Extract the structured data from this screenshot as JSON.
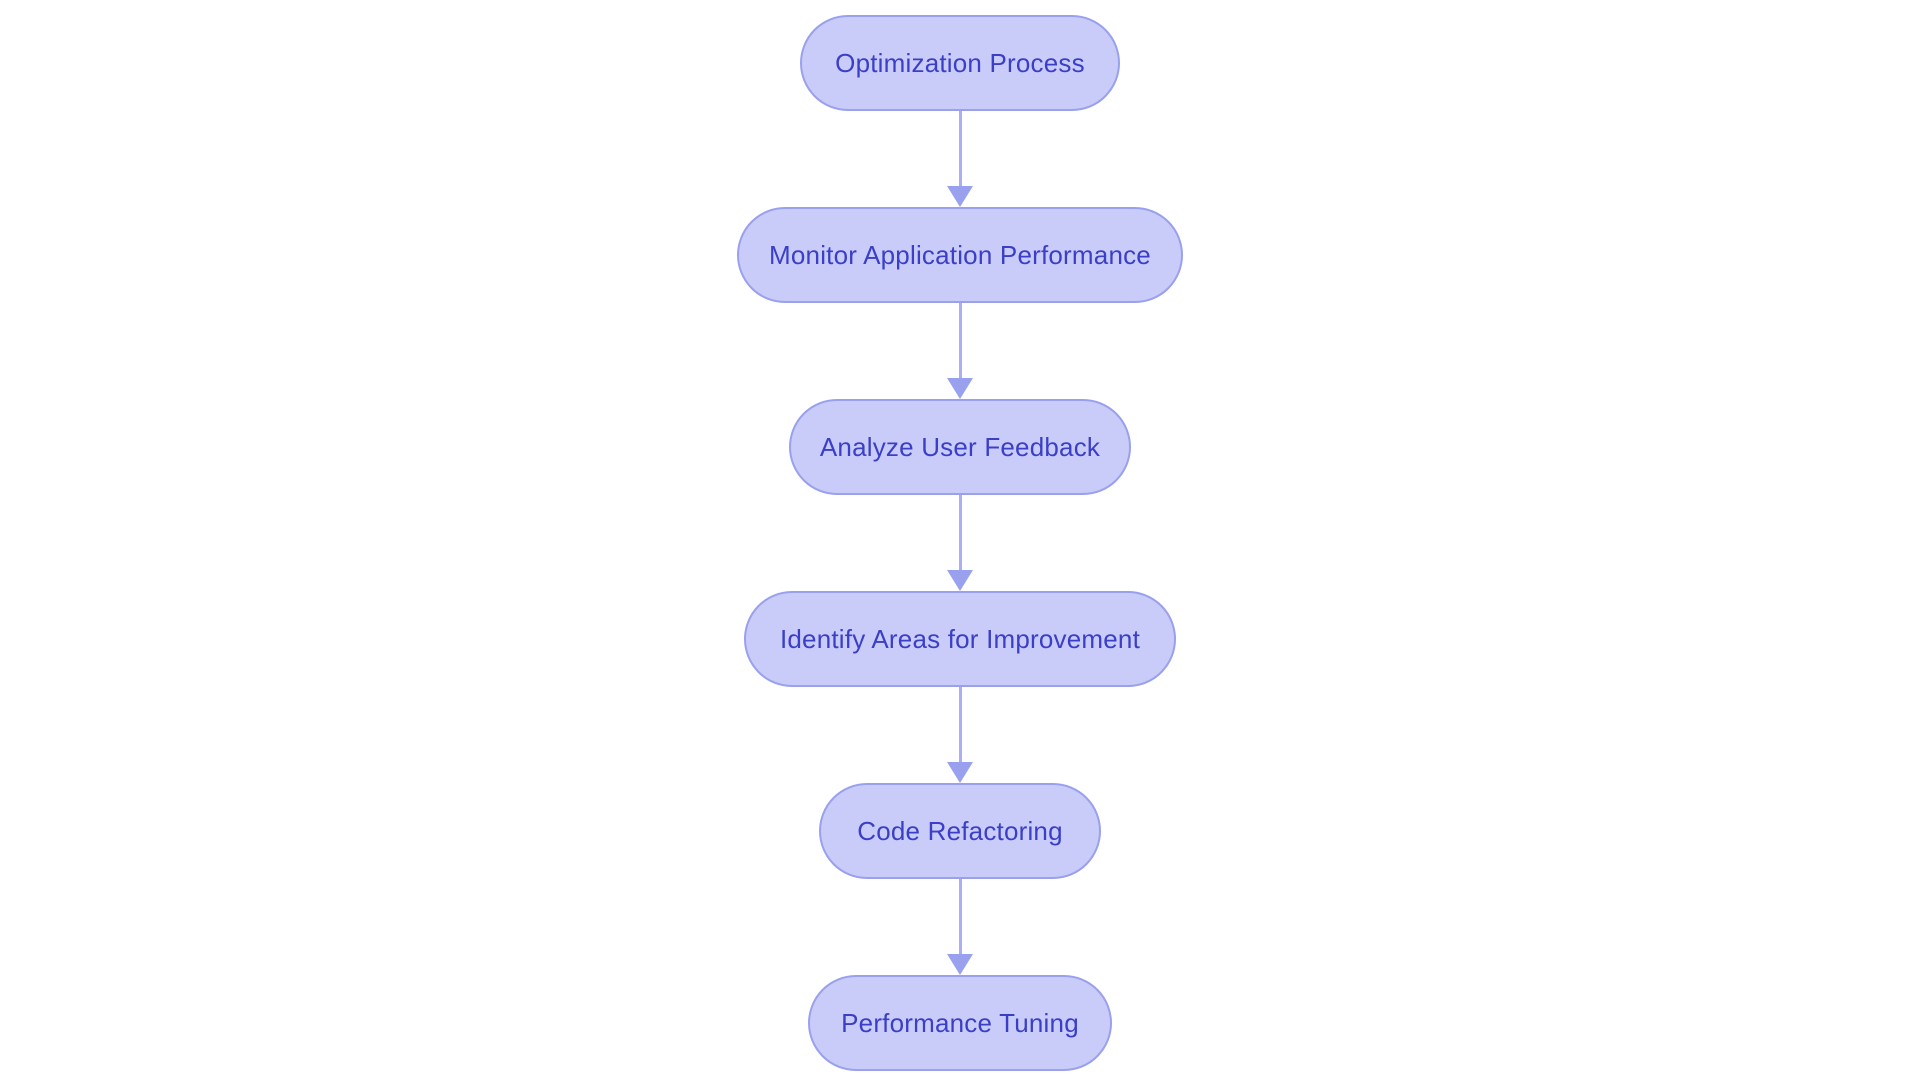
{
  "flowchart": {
    "nodes": [
      {
        "id": "optimization-process",
        "label": "Optimization Process"
      },
      {
        "id": "monitor-application-performance",
        "label": "Monitor Application Performance"
      },
      {
        "id": "analyze-user-feedback",
        "label": "Analyze User Feedback"
      },
      {
        "id": "identify-areas-for-improvement",
        "label": "Identify Areas for Improvement"
      },
      {
        "id": "code-refactoring",
        "label": "Code Refactoring"
      },
      {
        "id": "performance-tuning",
        "label": "Performance Tuning"
      }
    ],
    "edges": [
      {
        "from": "optimization-process",
        "to": "monitor-application-performance"
      },
      {
        "from": "monitor-application-performance",
        "to": "analyze-user-feedback"
      },
      {
        "from": "analyze-user-feedback",
        "to": "identify-areas-for-improvement"
      },
      {
        "from": "identify-areas-for-improvement",
        "to": "code-refactoring"
      },
      {
        "from": "code-refactoring",
        "to": "performance-tuning"
      }
    ],
    "colors": {
      "background": "#ffffff",
      "node_fill": "#c9ccf8",
      "node_border": "#99a0ee",
      "node_text": "#3b3fc7",
      "arrow_line": "#a9aff2",
      "arrow_head": "#99a1ee"
    }
  }
}
